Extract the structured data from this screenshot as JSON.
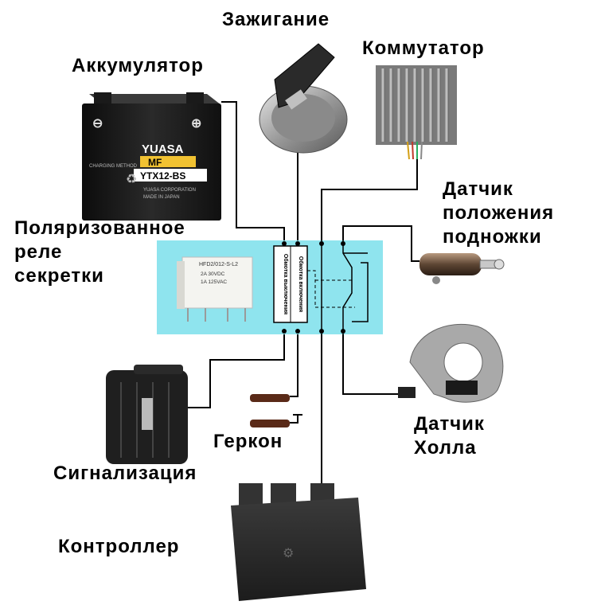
{
  "labels": {
    "ignition": "Зажигание",
    "battery": "Аккумулятор",
    "commutator": "Коммутатор",
    "sidestand_sensor": [
      "Датчик",
      "положения",
      "подножки"
    ],
    "relay": [
      "Поляризованное",
      "реле",
      "секретки"
    ],
    "hall_sensor": [
      "Датчик",
      "Холла"
    ],
    "reed_switch": "Геркон",
    "alarm": "Сигнализация",
    "controller": "Контроллер"
  },
  "battery": {
    "brand": "YUASA",
    "type": "MF",
    "model": "YTX12-BS",
    "text1": "CHARGING METHOD",
    "text2": "YUASA CORPORATION",
    "text3": "MADE IN JAPAN"
  },
  "relay_part": {
    "model": "HFD2/012-S-L2",
    "rating1": "2A 30VDC",
    "rating2": "1A 125VAC",
    "coil_off": "Обмотка выключения",
    "coil_on": "Обмотка включения"
  },
  "colors": {
    "relay_panel": "#8fe4ee",
    "wire": "#000000"
  }
}
